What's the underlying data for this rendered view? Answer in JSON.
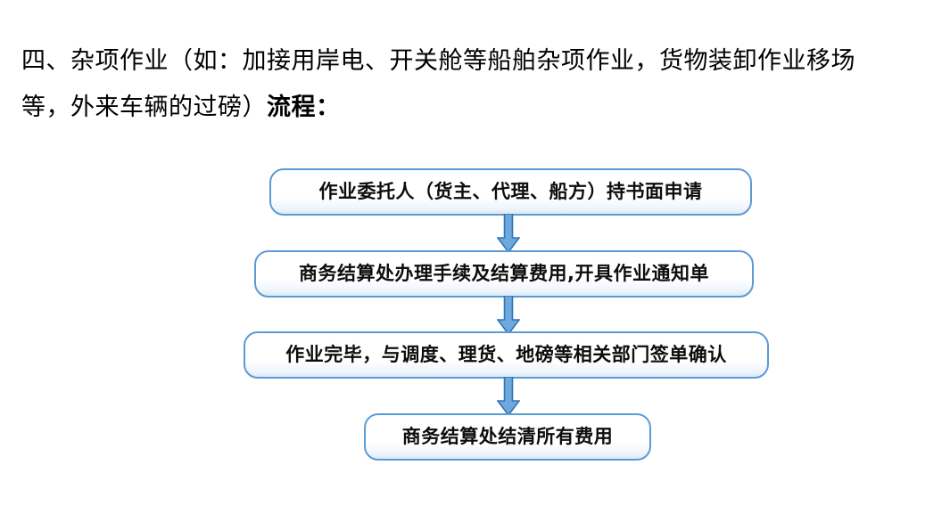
{
  "document": {
    "heading": {
      "full_text": "四、杂项作业（如：加接用岸电、开关舱等船舶杂项作业，货物装卸作业移场等，外来车辆的过磅）流程：",
      "part_normal": "四、杂项作业（如：加接用岸电、开关舱等船舶杂项作业，货物装卸作业移场等，外来车辆的过磅）",
      "part_bold": "流程："
    }
  },
  "flowchart": {
    "type": "vertical-process-flow",
    "orientation": "top-to-bottom",
    "node_border_color": "#5B9BD5",
    "node_fill": "#FFFFFF",
    "arrow_fill": "#5B9BD5",
    "arrow_outline": "#2E74B5",
    "nodes": [
      {
        "id": 1,
        "label": "作业委托人（货主、代理、船方）持书面申请"
      },
      {
        "id": 2,
        "label": "商务结算处办理手续及结算费用,开具作业通知单"
      },
      {
        "id": 3,
        "label": "作业完毕，与调度、理货、地磅等相关部门签单确认"
      },
      {
        "id": 4,
        "label": "商务结算处结清所有费用"
      }
    ],
    "arrows": [
      {
        "id": 1,
        "from": 1,
        "to": 2,
        "icon": "down-block-arrow-icon"
      },
      {
        "id": 2,
        "from": 2,
        "to": 3,
        "icon": "down-block-arrow-icon"
      },
      {
        "id": 3,
        "from": 3,
        "to": 4,
        "icon": "down-block-arrow-icon"
      }
    ]
  }
}
